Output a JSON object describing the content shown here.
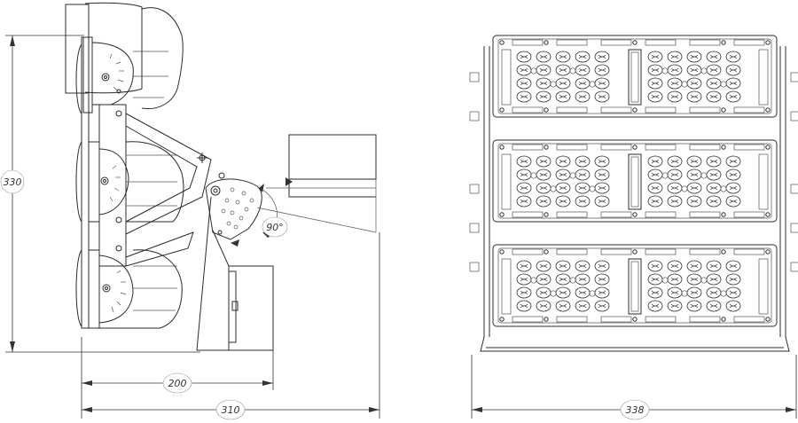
{
  "dimensions": {
    "height": "330",
    "bracket_depth": "200",
    "total_depth": "310",
    "width": "338",
    "tilt_angle": "90°"
  },
  "front_view": {
    "module_count": 3,
    "lens_columns_per_half": 5,
    "lens_rows": 4
  }
}
